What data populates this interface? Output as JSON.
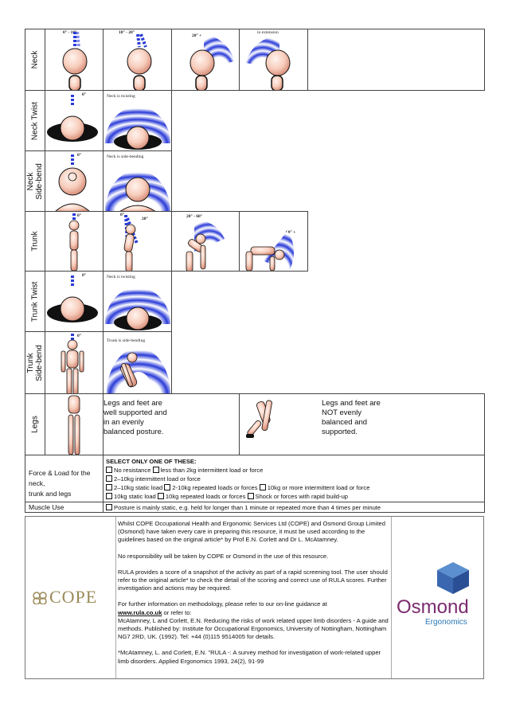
{
  "rows": {
    "neck": {
      "label": "Neck",
      "captions": [
        "0° - 10°",
        "10° - 20°",
        "20° +",
        "in extension"
      ]
    },
    "neck_twist": {
      "label": "Neck Twist",
      "captions": [
        "0°",
        "Neck is twisting"
      ]
    },
    "neck_sidebend": {
      "label_line1": "Neck",
      "label_line2": "Side-bend",
      "captions": [
        "0°",
        "Neck is side-bending"
      ]
    },
    "trunk": {
      "label": "Trunk",
      "captions": [
        "0°",
        "0°",
        "20°",
        "20° - 60°",
        "60° +"
      ]
    },
    "trunk_twist": {
      "label": "Trunk Twist",
      "captions": [
        "0°",
        "Neck is twisting"
      ]
    },
    "trunk_sidebend": {
      "label_line1": "Trunk",
      "label_line2": "Side-bend",
      "captions": [
        "0°",
        "Trunk is side-bending"
      ]
    },
    "legs": {
      "label": "Legs",
      "supported_lines": [
        "Legs and feet are",
        "well supported and",
        "in an evenly",
        "balanced posture."
      ],
      "unsupported_lines": [
        "Legs and feet are",
        "NOT evenly",
        "balanced and",
        "supported."
      ]
    },
    "force": {
      "label_line1": "Force & Load for the neck,",
      "label_line2": "trunk and legs",
      "heading": "SELECT ONLY ONE OF THESE:",
      "line1": [
        "No resistance",
        "less than 2kg intermittent load or force"
      ],
      "line2": [
        "2–10kg intermittent load or force"
      ],
      "line3": [
        "2–10kg static load",
        "2-10kg repeated loads or forces",
        "10kg or more intermittent load or force"
      ],
      "line4": [
        "10kg static load",
        "10kg repeated loads or forces",
        "Shock or forces with rapid build-up"
      ]
    },
    "muscle": {
      "label": "Muscle Use",
      "option": "Posture is mainly static, e.g. held for longer than 1 minute or repeated more than 4 times per minute"
    }
  },
  "footer": {
    "p1": "Whilst COPE Occupational Health and Ergonomic Services Ltd (COPE) and Osmond Group Limited (Osmond) have taken every care in preparing this resource, it must be used according to the guidelines based on the original article* by Prof E.N. Corlett and Dr L. McAtamney.",
    "p2": "No responsibility will be taken by COPE or Osmond in the use of this resource.",
    "p3": "RULA provides a score of a snapshot of the activity as part of a rapid screening tool. The user should refer to the original article* to check the detail of the scoring and correct use of RULA scores. Further investigation and actions may be required.",
    "p4a": "For further information on methodology, please refer to our on-line guidance at",
    "p4link": "www.rula.co.uk",
    "p4b": " or refer to:",
    "p4c": "McAtamney, L and Corlett, E.N. Reducing the risks of work related upper limb disorders - A guide and methods. Published by: Institute for Occupational Ergonomics, University of Nottingham, Nottingham NG7 2RD, UK. (1992). Tel: +44 (0)115 9514005 for details.",
    "p5": "*McAtamney, L. and Corlett, E.N. \"RULA -: A survey method for investigation of work-related upper limb disorders. Applied Ergonomics 1993, 24(2), 91-99",
    "cope_logo": "COPE",
    "osmond_logo": "Osmond",
    "osmond_sub": "Ergonomics"
  },
  "colors": {
    "arc_blue": "#2233cc",
    "skin": "#f5c9b8",
    "osmond_purple": "#7b2a6e",
    "osmond_blue": "#2b79b8"
  }
}
